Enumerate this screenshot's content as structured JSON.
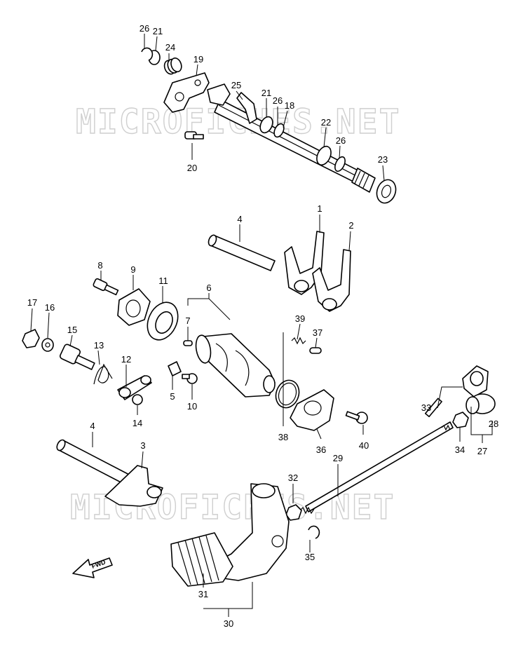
{
  "watermark": "MICROFICHES.NET",
  "fwd_label": "FWD",
  "callouts": {
    "c1": "1",
    "c2": "2",
    "c3": "3",
    "c4a": "4",
    "c4b": "4",
    "c5": "5",
    "c6": "6",
    "c7": "7",
    "c8": "8",
    "c9": "9",
    "c10": "10",
    "c11": "11",
    "c12": "12",
    "c13": "13",
    "c14": "14",
    "c15": "15",
    "c16": "16",
    "c17": "17",
    "c18": "18",
    "c19": "19",
    "c20": "20",
    "c21a": "21",
    "c21b": "21",
    "c22": "22",
    "c23": "23",
    "c24": "24",
    "c25": "25",
    "c26a": "26",
    "c26b": "26",
    "c26c": "26",
    "c27": "27",
    "c28": "28",
    "c29": "29",
    "c30": "30",
    "c31": "31",
    "c32": "32",
    "c33": "33",
    "c34": "34",
    "c35": "35",
    "c36": "36",
    "c37": "37",
    "c38": "38",
    "c39": "39",
    "c40": "40"
  }
}
